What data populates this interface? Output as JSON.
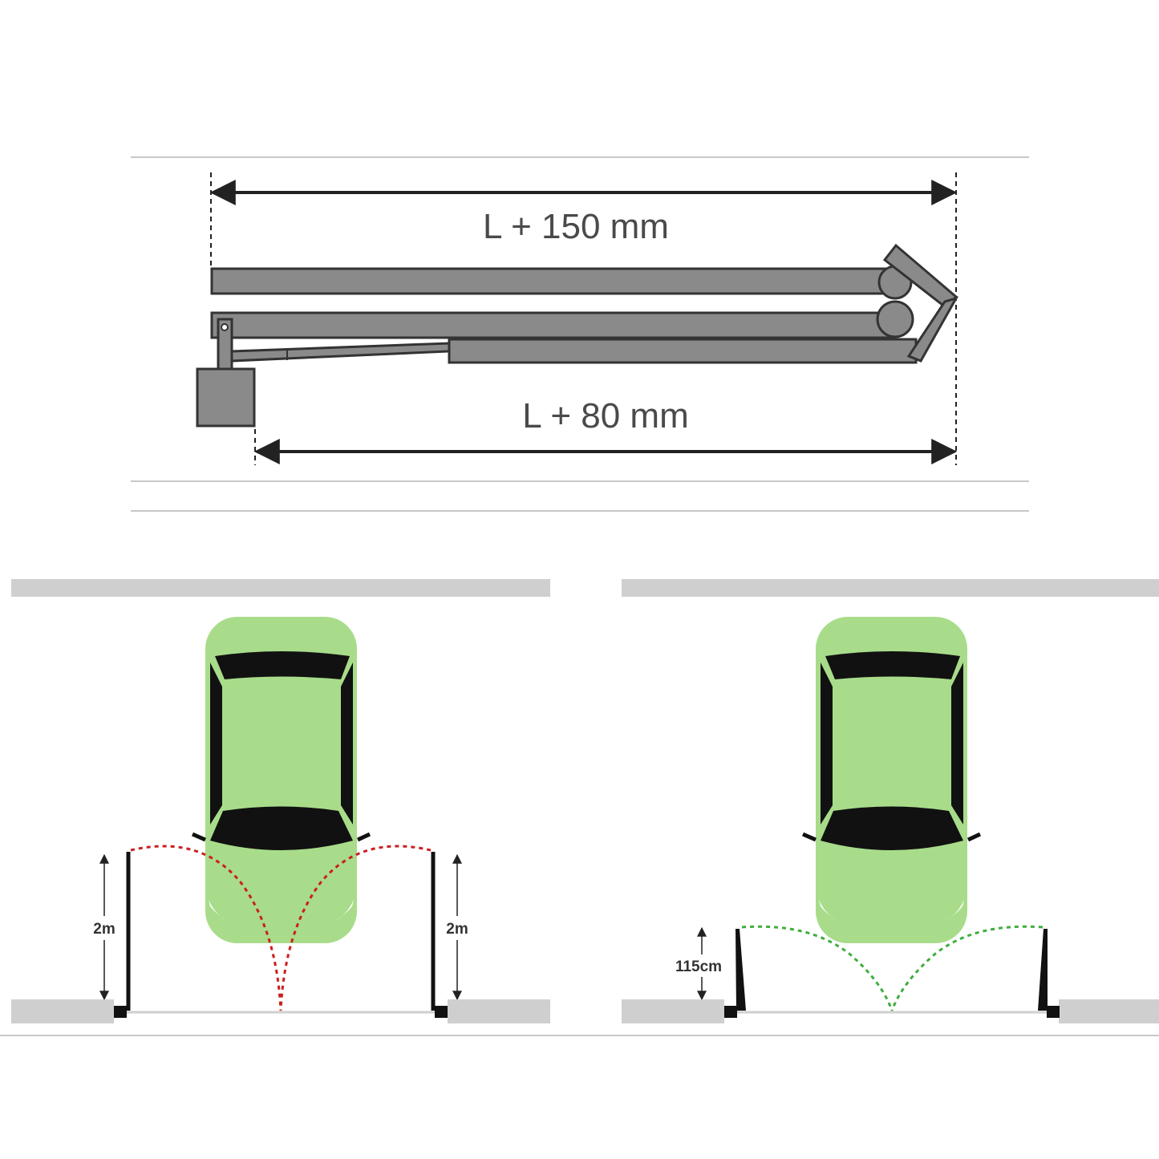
{
  "dimensions": {
    "top_label": "L + 150 mm",
    "bottom_label": "L + 80 mm"
  },
  "left_scene": {
    "height_label_left": "2m",
    "height_label_right": "2m",
    "arc_color": "#cc1f1f"
  },
  "right_scene": {
    "height_label": "115cm",
    "arc_color": "#3fae3f"
  },
  "colors": {
    "car_body": "#a8dc8a",
    "car_glass": "#111111",
    "arm_fill": "#8a8a8a",
    "ground": "#cfcfcf"
  }
}
